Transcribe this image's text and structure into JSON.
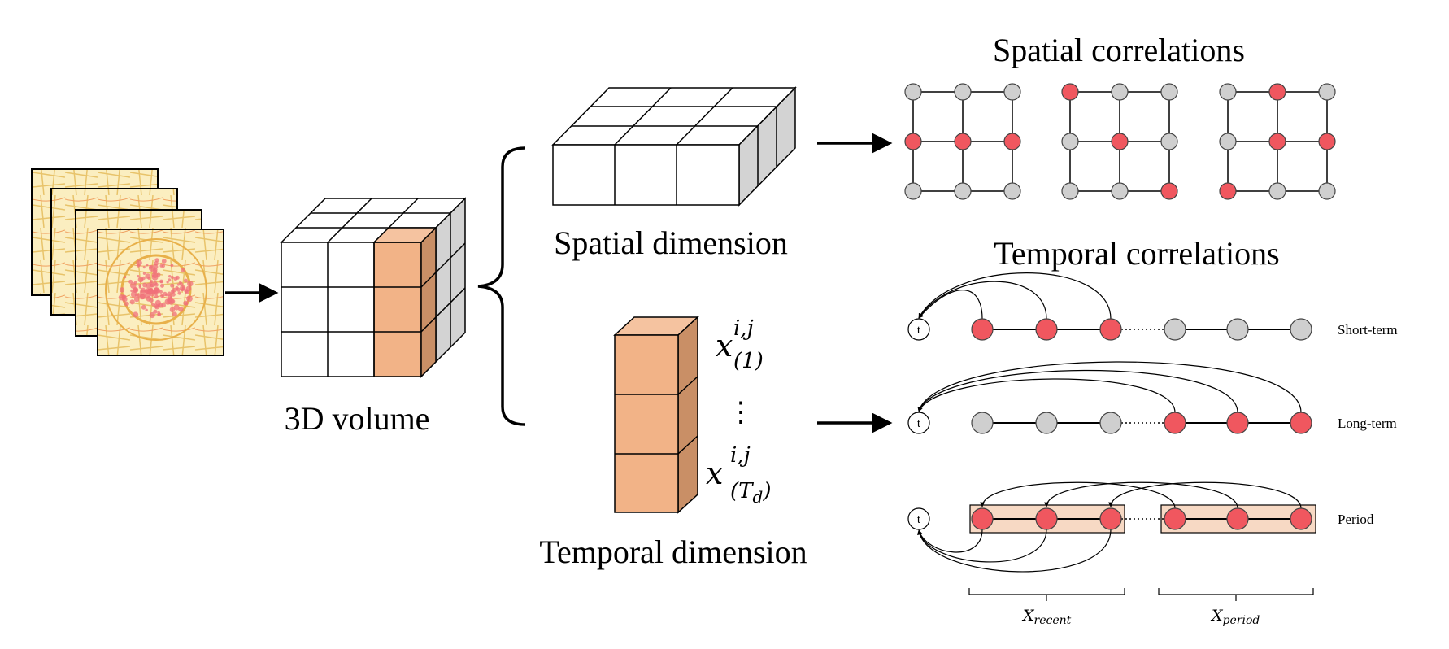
{
  "labels": {
    "volume": "3D volume",
    "spatial_dimension": "Spatial dimension",
    "temporal_dimension": "Temporal dimension",
    "spatial_correlations": "Spatial correlations",
    "temporal_correlations": "Temporal correlations",
    "short_term": "Short-term",
    "long_term": "Long-term",
    "period": "Period",
    "t_node": "t",
    "x_base": "x",
    "x_sup": "i,j",
    "x_sub_first": "(1)",
    "x_sub_last_open": "(T",
    "x_sub_last_d": "d",
    "x_sub_last_close": ")",
    "vdots": "⋮",
    "x_recent_base": "X",
    "x_recent_sub": "recent",
    "x_period_base": "X",
    "x_period_sub": "period"
  },
  "colors": {
    "orange": "#f2b387",
    "orange_dark": "#c98f66",
    "orange_top": "#f5c3a0",
    "red_node": "#f0575f",
    "gray_node": "#cfcfcf",
    "gray_side": "#d3d3d3",
    "period_box": "#f7d9c4",
    "map_bg": "#fbeec0"
  },
  "spatial_grids": [
    {
      "red": [
        3,
        4,
        5
      ]
    },
    {
      "red": [
        0,
        4,
        8
      ]
    },
    {
      "red": [
        1,
        4,
        5,
        6
      ]
    }
  ],
  "temporal_rows": [
    {
      "label_key": "short_term",
      "nodes": [
        "red",
        "red",
        "red",
        "gray",
        "gray",
        "gray"
      ]
    },
    {
      "label_key": "long_term",
      "nodes": [
        "gray",
        "gray",
        "gray",
        "red",
        "red",
        "red"
      ]
    },
    {
      "label_key": "period",
      "nodes": [
        "red",
        "red",
        "red",
        "red",
        "red",
        "red"
      ]
    }
  ]
}
